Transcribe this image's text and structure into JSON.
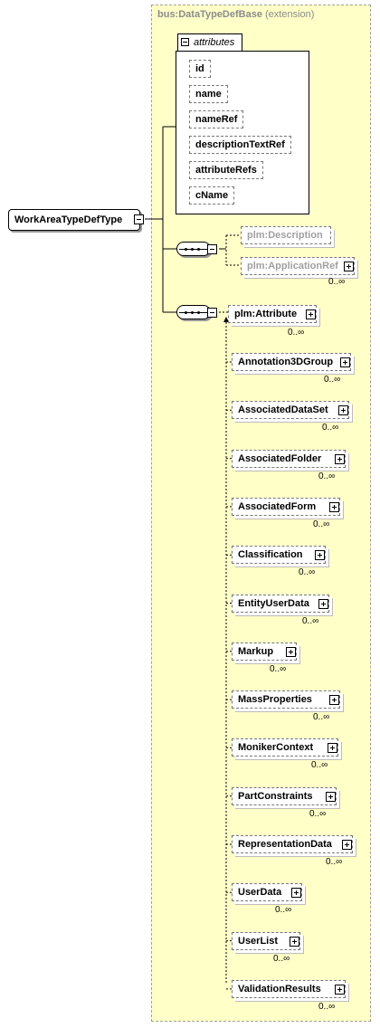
{
  "ext_title": {
    "name": "bus:DataTypeDefBase",
    "suffix": "(extension)"
  },
  "root": "WorkAreaTypeDefType",
  "attributes_label": "attributes",
  "attributes": [
    "id",
    "name",
    "nameRef",
    "descriptionTextRef",
    "attributeRefs",
    "cName"
  ],
  "seq1": [
    {
      "prefix": "plm:",
      "name": "Description",
      "card": ""
    },
    {
      "prefix": "plm:",
      "name": "ApplicationRef",
      "card": "0..∞"
    }
  ],
  "seq2_first": {
    "prefix": "plm:",
    "name": "Attribute",
    "card": "0..∞"
  },
  "choice_elements": [
    {
      "name": "Annotation3DGroup",
      "card": "0..∞"
    },
    {
      "name": "AssociatedDataSet",
      "card": "0..∞"
    },
    {
      "name": "AssociatedFolder",
      "card": "0..∞"
    },
    {
      "name": "AssociatedForm",
      "card": "0..∞"
    },
    {
      "name": "Classification",
      "card": "0..∞"
    },
    {
      "name": "EntityUserData",
      "card": "0..∞"
    },
    {
      "name": "Markup",
      "card": "0..∞"
    },
    {
      "name": "MassProperties",
      "card": "0..∞"
    },
    {
      "name": "MonikerContext",
      "card": "0..∞"
    },
    {
      "name": "PartConstraints",
      "card": "0..∞"
    },
    {
      "name": "RepresentationData",
      "card": "0..∞"
    },
    {
      "name": "UserData",
      "card": "0..∞"
    },
    {
      "name": "UserList",
      "card": "0..∞"
    },
    {
      "name": "ValidationResults",
      "card": "0..∞"
    }
  ]
}
